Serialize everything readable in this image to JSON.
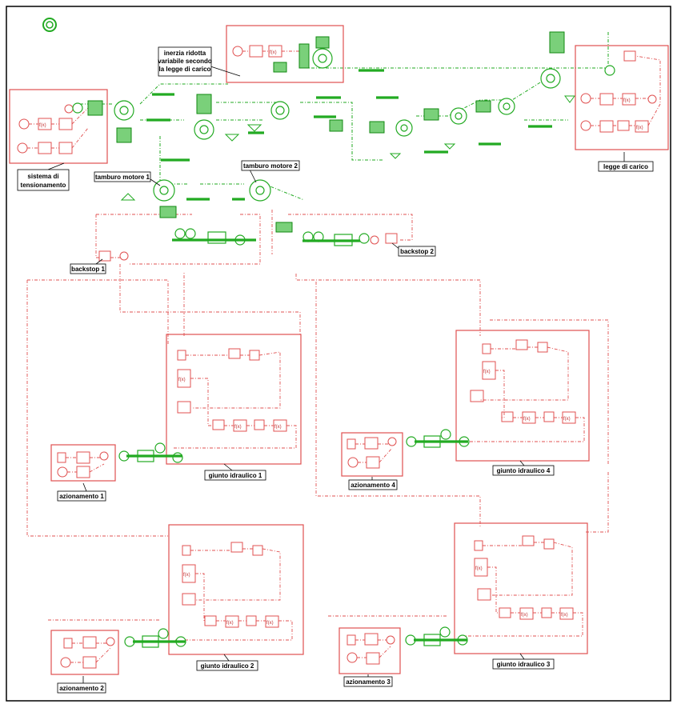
{
  "labels": {
    "inerzia": [
      "inerzia ridotta",
      "variabile secondo",
      "la legge di carico"
    ],
    "sistema": [
      "sistema di",
      "tensionamento"
    ],
    "legge": "legge di carico",
    "tamburo1": "tamburo motore 1",
    "tamburo2": "tamburo motore 2",
    "backstop1": "backstop 1",
    "backstop2": "backstop 2",
    "azionamento1": "azionamento 1",
    "azionamento2": "azionamento 2",
    "azionamento3": "azionamento 3",
    "azionamento4": "azionamento 4",
    "giunto1": "giunto idraulico 1",
    "giunto2": "giunto idraulico 2",
    "giunto3": "giunto idraulico 3",
    "giunto4": "giunto idraulico 4"
  },
  "block_text": {
    "fxy": "f(x)"
  },
  "colors": {
    "signal": "#e05050",
    "mechanical": "#22aa22",
    "border": "#000000"
  }
}
